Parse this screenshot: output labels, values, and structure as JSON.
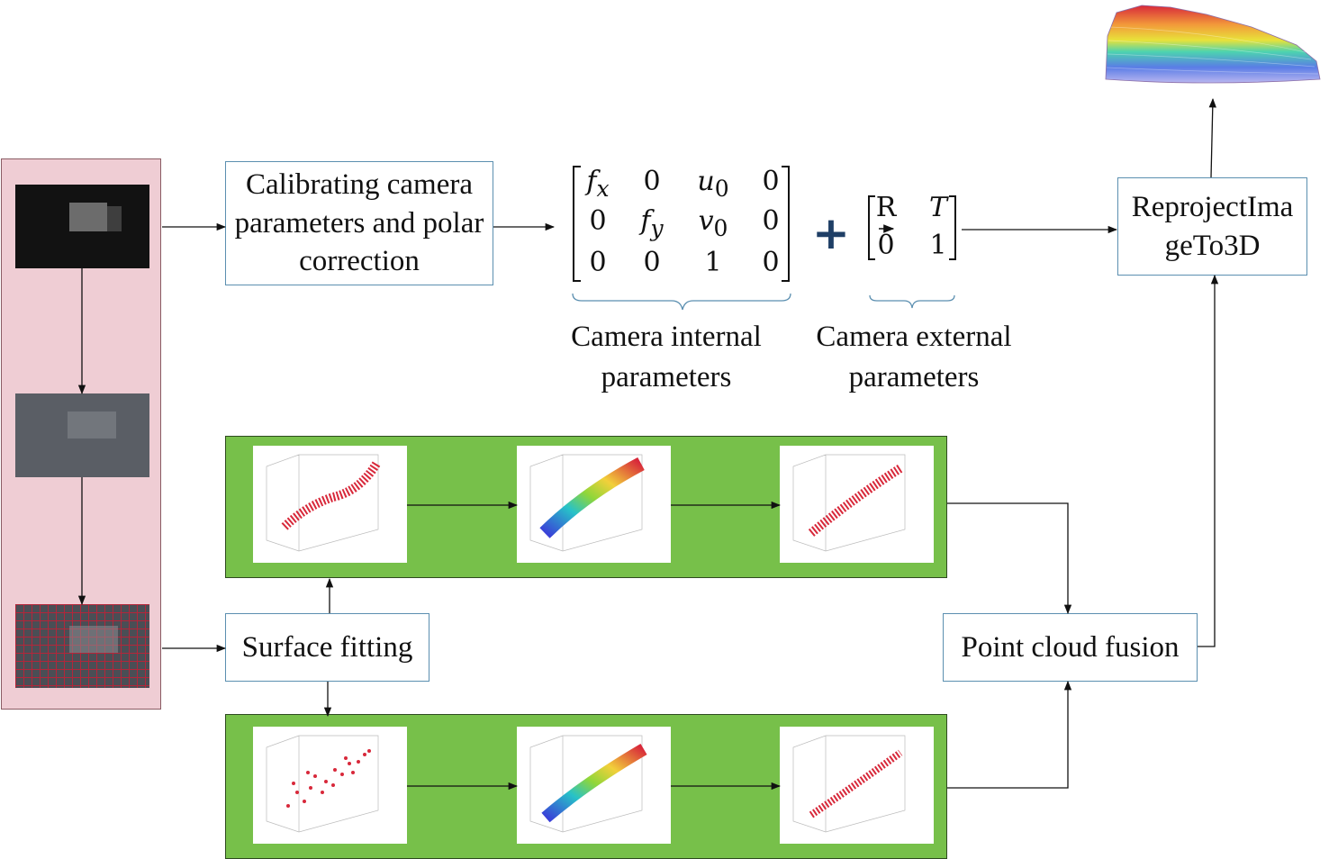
{
  "boxes": {
    "calibrate": "Calibrating camera parameters and polar correction",
    "reproject_line1": "ReprojectIma",
    "reproject_line2": "geTo3D",
    "surface": "Surface fitting",
    "fusion": "Point cloud fusion"
  },
  "matrix_internal": {
    "rows": [
      [
        "f",
        "0",
        "u",
        "0"
      ],
      [
        "0",
        "f",
        "v",
        "0"
      ],
      [
        "0",
        "0",
        "1",
        "0"
      ]
    ],
    "subscripts": {
      "r0c0": "x",
      "r1c1": "y",
      "r0c2": "0",
      "r1c2": "0"
    }
  },
  "matrix_external": {
    "rows": [
      [
        "R",
        "T"
      ],
      [
        "0",
        "1"
      ]
    ]
  },
  "plus_sign": "+",
  "labels": {
    "internal_line1": "Camera internal",
    "internal_line2": "parameters",
    "external_line1": "Camera external",
    "external_line2": "parameters"
  },
  "colors": {
    "box_border": "#5b8fb0",
    "pink_panel": "#efcdd4",
    "green_panel": "#77c04a",
    "point_red": "#d8283a",
    "plus": "#1f3f66"
  }
}
